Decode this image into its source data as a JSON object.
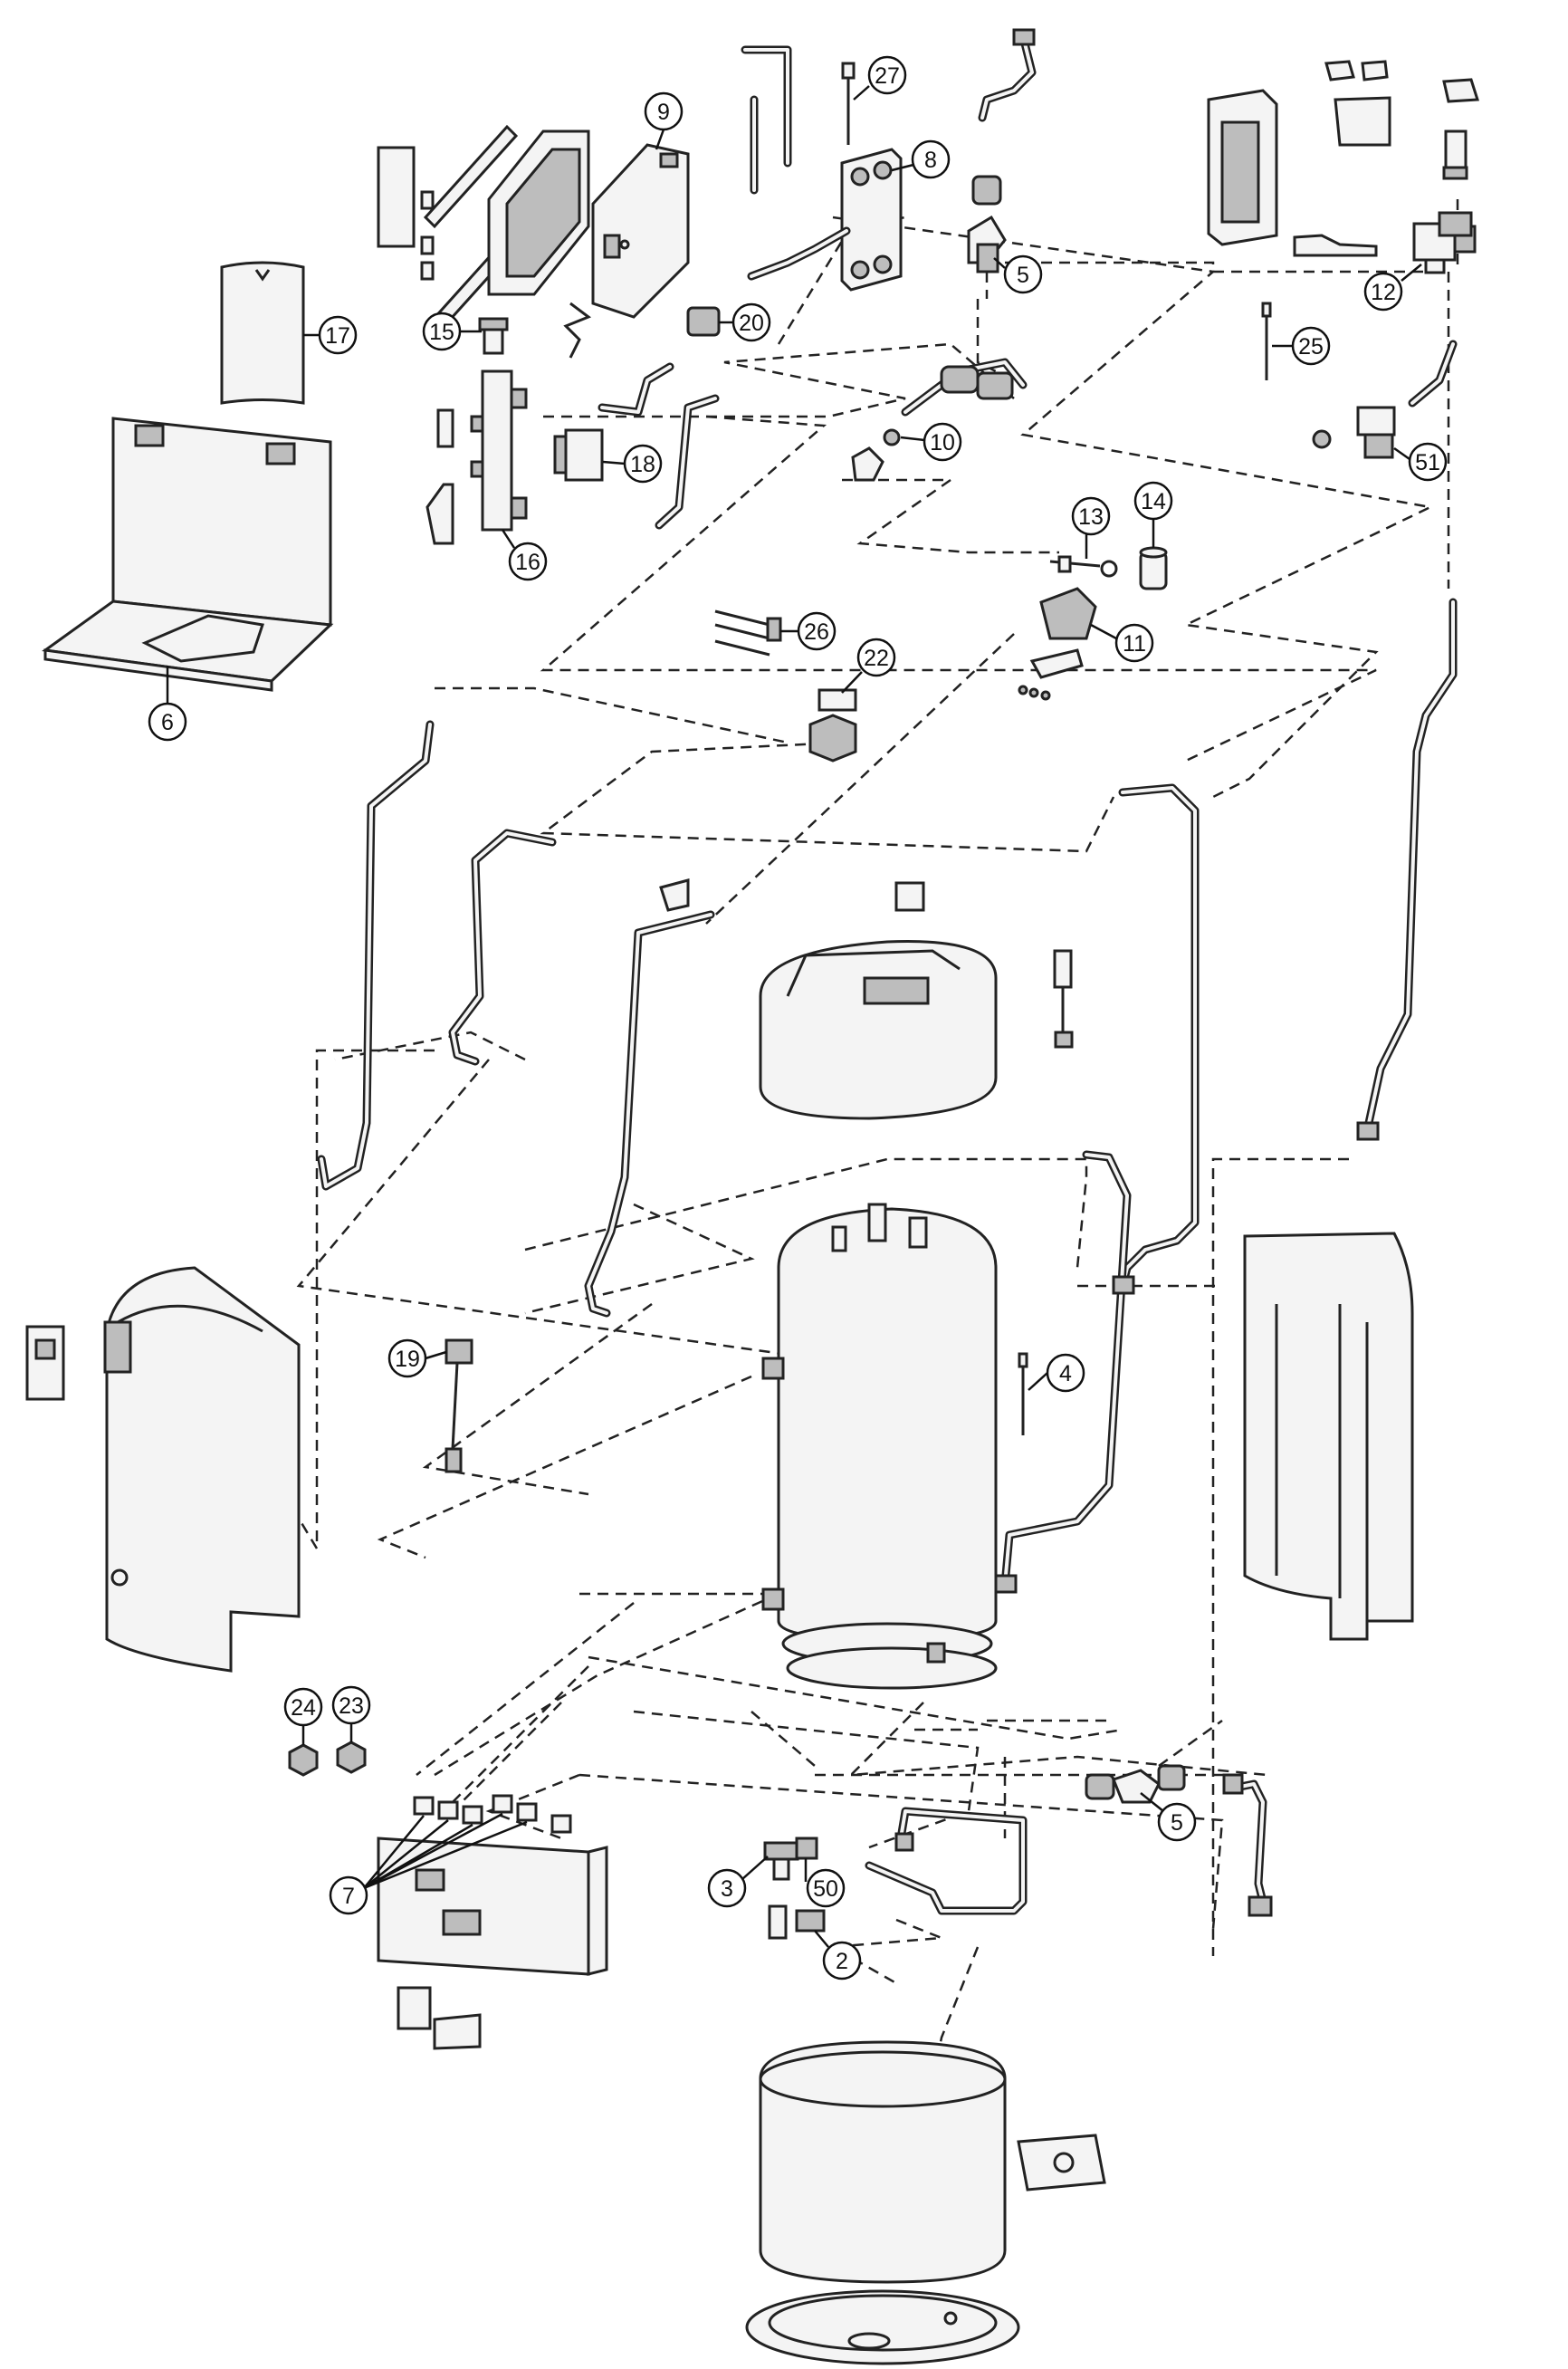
{
  "diagram": {
    "callouts": {
      "c27": "27",
      "c9": "9",
      "c8": "8",
      "c5a": "5",
      "c12": "12",
      "c17": "17",
      "c15": "15",
      "c20": "20",
      "c25": "25",
      "c10": "10",
      "c51": "51",
      "c18": "18",
      "c16": "16",
      "c13": "13",
      "c14": "14",
      "c6": "6",
      "c26": "26",
      "c11": "11",
      "c22": "22",
      "c19": "19",
      "c4": "4",
      "c24": "24",
      "c23": "23",
      "c5b": "5",
      "c7": "7",
      "c3": "3",
      "c50": "50",
      "c2": "2"
    }
  }
}
